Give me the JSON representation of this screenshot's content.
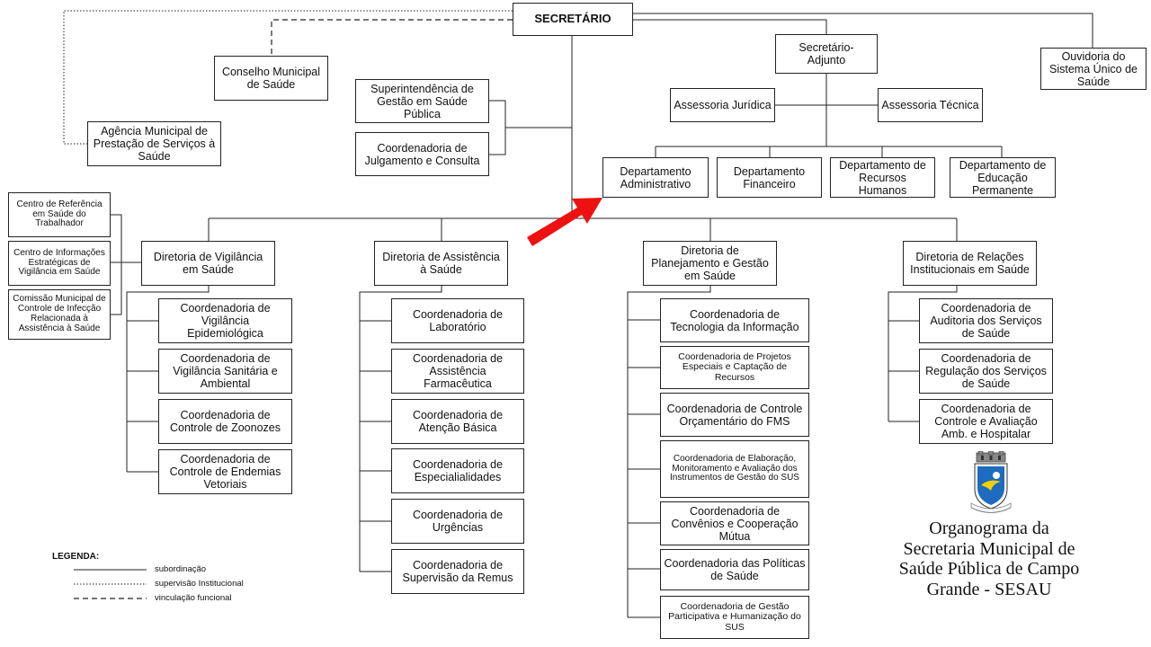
{
  "boxes": {
    "secretario": "SECRETÁRIO",
    "conselho": "Conselho Municipal de Saúde",
    "agencia": "Agência Municipal de Prestação de Serviços à Saúde",
    "superintendencia": "Superintendência de Gestão em Saúde Pública",
    "coord_julgamento": "Coordenadoria de Julgamento e Consulta",
    "secretario_adjunto": "Secretário-\nAdjunto",
    "ouvidoria": "Ouvidoria do Sistema Único de Saúde",
    "assessoria_juridica": "Assessoria Jurídica",
    "assessoria_tecnica": "Assessoria Técnica",
    "dep_administrativo": "Departamento Administrativo",
    "dep_financeiro": "Departamento Financeiro",
    "dep_rh": "Departamento de Recursos Humanos",
    "dep_educacao": "Departamento de Educação Permanente",
    "centro_ref": "Centro de Referência em Saúde do Trabalhador",
    "centro_info": "Centro de Informações Estratégicas de Vigilância em Saúde",
    "comissao": "Comissão Municipal de Controle de Infecção Relacionada à Assistência à Saúde",
    "dir_vigilancia": "Diretoria de Vigilância em Saúde",
    "dir_assistencia": "Diretoria de Assistência à Saúde",
    "dir_planejamento": "Diretoria de Planejamento e Gestão em Saúde",
    "dir_relacoes": "Diretoria de Relações Institucionais em Saúde",
    "c_epidemiologica": "Coordenadoria de Vigilância Epidemiológica",
    "c_sanitaria": "Coordenadoria de Vigilância Sanitária e Ambiental",
    "c_zoonozes": "Coordenadoria de Controle de Zoonozes",
    "c_endemias": "Coordenadoria de Controle de Endemias Vetoriais",
    "c_laboratorio": "Coordenadoria de Laboratório",
    "c_farmaceutica": "Coordenadoria de Assistência Farmacêutica",
    "c_basica": "Coordenadoria de Atenção Básica",
    "c_especialidades": "Coordenadoria de Especialialidades",
    "c_urgencias": "Coordenadoria de Urgências",
    "c_remus": "Coordenadoria de Supervisão da Remus",
    "c_tecnologia": "Coordenadoria de Tecnologia da Informação",
    "c_projetos": "Coordenadoria de Projetos Especiais e Captação de Recursos",
    "c_orcamentario": "Coordenadoria de Controle Orçamentário do FMS",
    "c_elaboracao": "Coordenadoria de Elaboração, Monitoramento e Avaliação dos Instrumentos de Gestão do SUS",
    "c_convenios": "Coordenadoria de Convênios e Cooperação Mútua",
    "c_politicas": "Coordenadoria das Políticas de Saúde",
    "c_participativa": "Coordenadoria de Gestão Participativa e Humanização do SUS",
    "c_auditoria": "Coordenadoria de Auditoria dos Serviços de Saúde",
    "c_regulacao": "Coordenadoria de Regulação dos Serviços de Saúde",
    "c_controle_avaliacao": "Coordenadoria de Controle e Avaliação Amb. e Hospitalar"
  },
  "legend": {
    "title": "LEGENDA:",
    "subordinacao": "subordinação",
    "supervisao": "supervisão Institucional",
    "vinculacao": "vinculação funcional"
  },
  "caption": "Organograma da\nSecretaria Municipal de\nSaúde Pública de Campo\nGrande - SESAU",
  "colors": {
    "line": "#222222",
    "arrow": "#ee1111",
    "logo_blue": "#1e6bc0"
  }
}
